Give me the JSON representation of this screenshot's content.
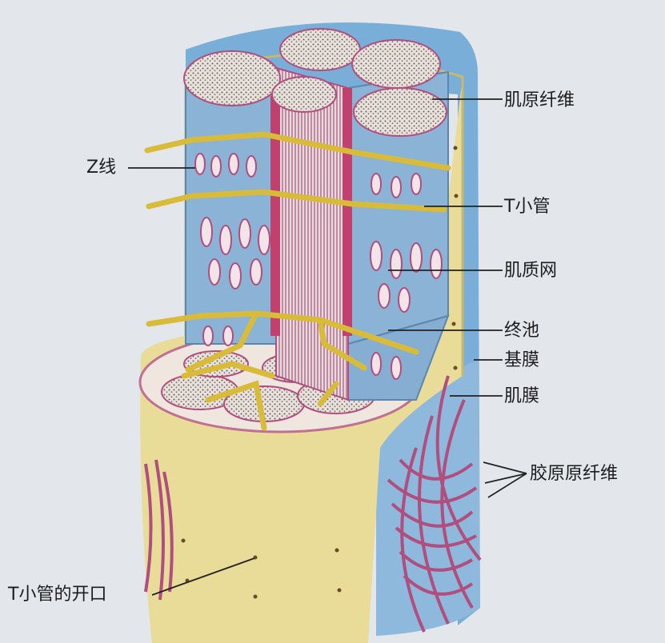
{
  "colors": {
    "background": "#e3e7ec",
    "sarcolemma": "#e8dc98",
    "basement_membrane": "#79aed8",
    "sarcoplasmic_reticulum": "#8bb3d6",
    "t_tubule": "#d9bb3a",
    "myofibril": "#b36a86",
    "collagen": "#b04e7e"
  },
  "labels": {
    "myofibril": "肌原纤维",
    "z_line": "Z线",
    "t_tubule": "T小管",
    "sarcoplasmic_reticulum": "肌质网",
    "terminal_cisterna": "终池",
    "basement_membrane": "基膜",
    "sarcolemma": "肌膜",
    "collagen_fibril": "胶原原纤维",
    "t_tubule_opening": "T小管的开口"
  }
}
